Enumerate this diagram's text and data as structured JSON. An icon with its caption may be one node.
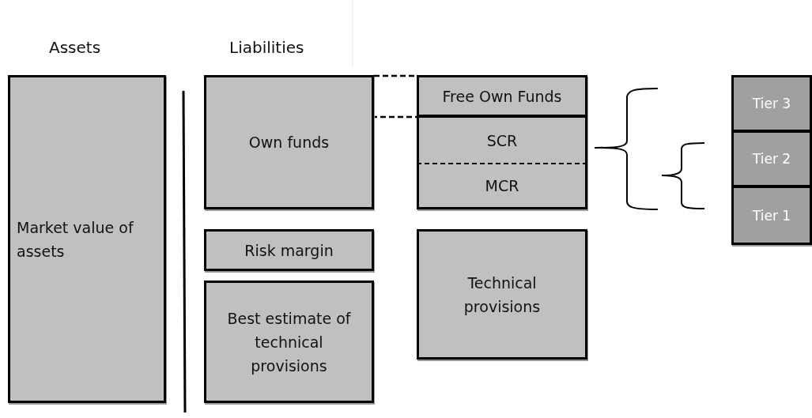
{
  "diagram": {
    "nodes": [
      {
        "text": [
          "Market  value of assets"
        ]
      },
      {
        "text": [
          "Own funds"
        ]
      },
      {
        "text": [
          "Risk margin"
        ]
      },
      {
        "text": [
          "Best estimate of technical provisions"
        ]
      },
      {
        "text": [
          "Free Own Funds"
        ]
      },
      {
        "text": [
          "SCR"
        ]
      },
      {
        "text": [
          "MCR"
        ]
      },
      {
        "text": [
          "Technical provisions"
        ]
      },
      {
        "text": [
          "Tier 3"
        ]
      },
      {
        "text": [
          "Tier 2"
        ]
      },
      {
        "text": [
          "Tier 1"
        ]
      }
    ],
    "edges": [
      {
        "from": 1,
        "to": 4,
        "arrow": "none",
        "style": "dashed"
      }
    ],
    "labels": [
      "Assets",
      "Liabilities"
    ]
  }
}
